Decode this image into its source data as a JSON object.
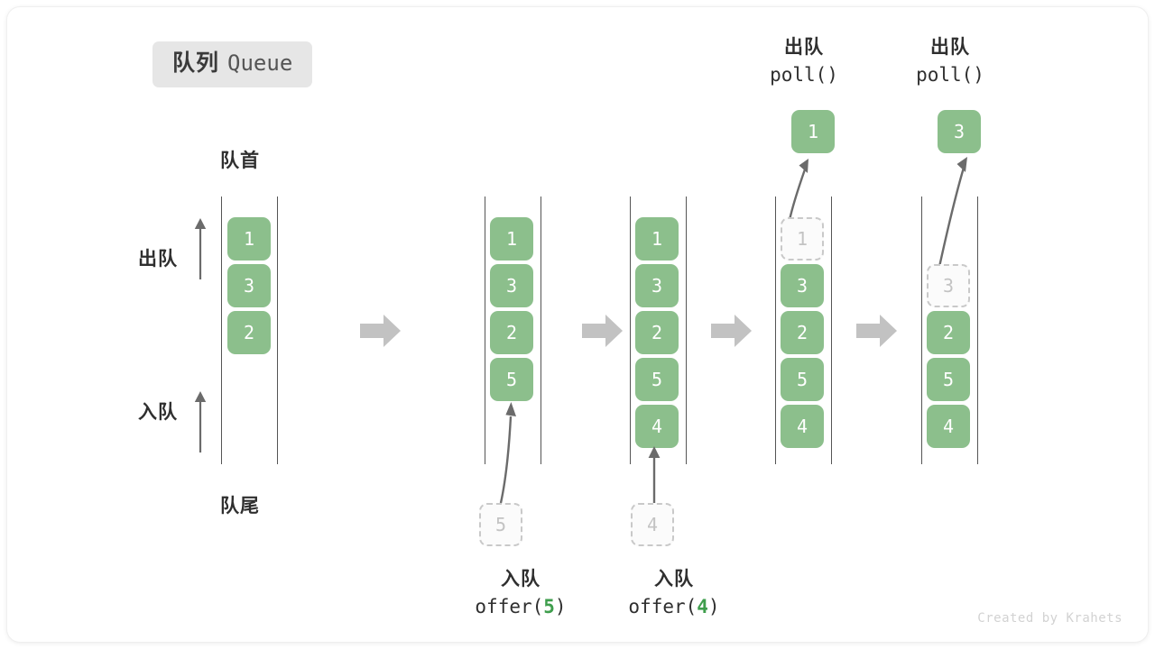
{
  "title": {
    "cn": "队列",
    "en": "Queue"
  },
  "labels": {
    "head": "队首",
    "tail": "队尾",
    "dequeue": "出队",
    "enqueue": "入队"
  },
  "credit": "Created by Krahets",
  "colors": {
    "cell_green": "#8cbf8c",
    "ghost_border": "#c9c9c9",
    "ghost_text": "#c3c3c3",
    "rail": "#555555",
    "arrow": "#6b6b6b",
    "step_arrow": "#c2c2c2",
    "badge_bg": "#e6e6e6",
    "code_accent": "#3f9e4d"
  },
  "columns": [
    {
      "name": "initial-queue",
      "cells": [
        {
          "value": "1",
          "state": "filled",
          "slot": 0
        },
        {
          "value": "3",
          "state": "filled",
          "slot": 1
        },
        {
          "value": "2",
          "state": "filled",
          "slot": 2
        }
      ],
      "top_caption": null,
      "bottom_caption": null,
      "popped": null,
      "incoming": null
    },
    {
      "name": "after-offer-5",
      "cells": [
        {
          "value": "1",
          "state": "filled",
          "slot": 0
        },
        {
          "value": "3",
          "state": "filled",
          "slot": 1
        },
        {
          "value": "2",
          "state": "filled",
          "slot": 2
        },
        {
          "value": "5",
          "state": "filled",
          "slot": 3
        }
      ],
      "bottom_caption": {
        "cn": "入队",
        "code_prefix": "offer(",
        "code_num": "5",
        "code_suffix": ")"
      },
      "incoming": {
        "value": "5",
        "state": "ghost"
      },
      "popped": null,
      "top_caption": null
    },
    {
      "name": "after-offer-4",
      "cells": [
        {
          "value": "1",
          "state": "filled",
          "slot": 0
        },
        {
          "value": "3",
          "state": "filled",
          "slot": 1
        },
        {
          "value": "2",
          "state": "filled",
          "slot": 2
        },
        {
          "value": "5",
          "state": "filled",
          "slot": 3
        },
        {
          "value": "4",
          "state": "filled",
          "slot": 4
        }
      ],
      "bottom_caption": {
        "cn": "入队",
        "code_prefix": "offer(",
        "code_num": "4",
        "code_suffix": ")"
      },
      "incoming": {
        "value": "4",
        "state": "ghost"
      },
      "popped": null,
      "top_caption": null
    },
    {
      "name": "after-poll-1",
      "cells": [
        {
          "value": "1",
          "state": "ghost",
          "slot": 0
        },
        {
          "value": "3",
          "state": "filled",
          "slot": 1
        },
        {
          "value": "2",
          "state": "filled",
          "slot": 2
        },
        {
          "value": "5",
          "state": "filled",
          "slot": 3
        },
        {
          "value": "4",
          "state": "filled",
          "slot": 4
        }
      ],
      "top_caption": {
        "cn": "出队",
        "code": "poll()"
      },
      "popped": {
        "value": "1"
      },
      "bottom_caption": null,
      "incoming": null
    },
    {
      "name": "after-poll-3",
      "cells": [
        {
          "value": "3",
          "state": "ghost",
          "slot": 1
        },
        {
          "value": "2",
          "state": "filled",
          "slot": 2
        },
        {
          "value": "5",
          "state": "filled",
          "slot": 3
        },
        {
          "value": "4",
          "state": "filled",
          "slot": 4
        }
      ],
      "top_caption": {
        "cn": "出队",
        "code": "poll()"
      },
      "popped": {
        "value": "3"
      },
      "bottom_caption": null,
      "incoming": null
    }
  ],
  "step_arrows": [
    {
      "name": "step-arrow-1"
    },
    {
      "name": "step-arrow-2"
    },
    {
      "name": "step-arrow-3"
    },
    {
      "name": "step-arrow-4"
    }
  ]
}
